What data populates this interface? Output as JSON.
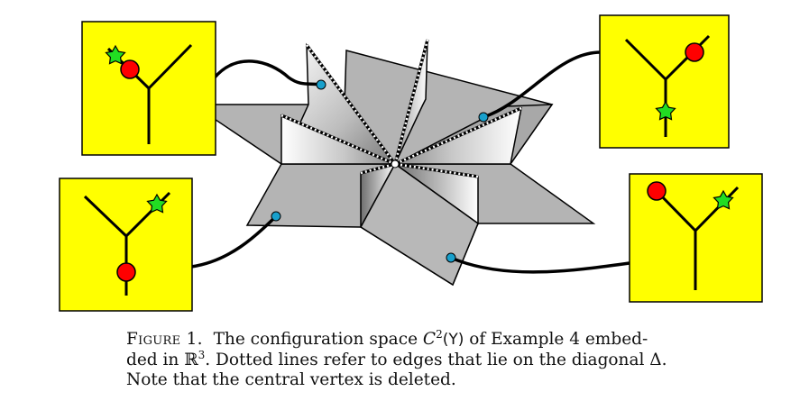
{
  "figure": {
    "colors": {
      "panel_fill": "#ffff00",
      "surface_fill": "#b4b4b4",
      "edge": "#000000",
      "marker_red": "#ff0000",
      "marker_green": "#22dd22",
      "attach_point": "#18a0cc"
    },
    "panels": [
      {
        "name": "top-left",
        "red_on": "left-branch",
        "star_on": "left-branch-end"
      },
      {
        "name": "top-right",
        "red_on": "right-branch",
        "star_on": "stem"
      },
      {
        "name": "bottom-left",
        "red_on": "stem",
        "star_on": "right-branch-end"
      },
      {
        "name": "bottom-right",
        "red_on": "left-branch-end",
        "star_on": "right-branch"
      }
    ]
  },
  "caption": {
    "label": "Figure 1.",
    "line1_a": "The configuration space ",
    "space_symbol": "C",
    "space_exp": "2",
    "space_arg": "(Y)",
    "line1_b": " of Example 4 embed-",
    "line2_a": "ded in ",
    "reals": "ℝ",
    "reals_exp": "3",
    "line2_b": ". Dotted lines refer to edges that lie on the diagonal ",
    "diag": "Δ",
    "line2_c": ".",
    "line3": "Note that the central vertex is deleted."
  }
}
